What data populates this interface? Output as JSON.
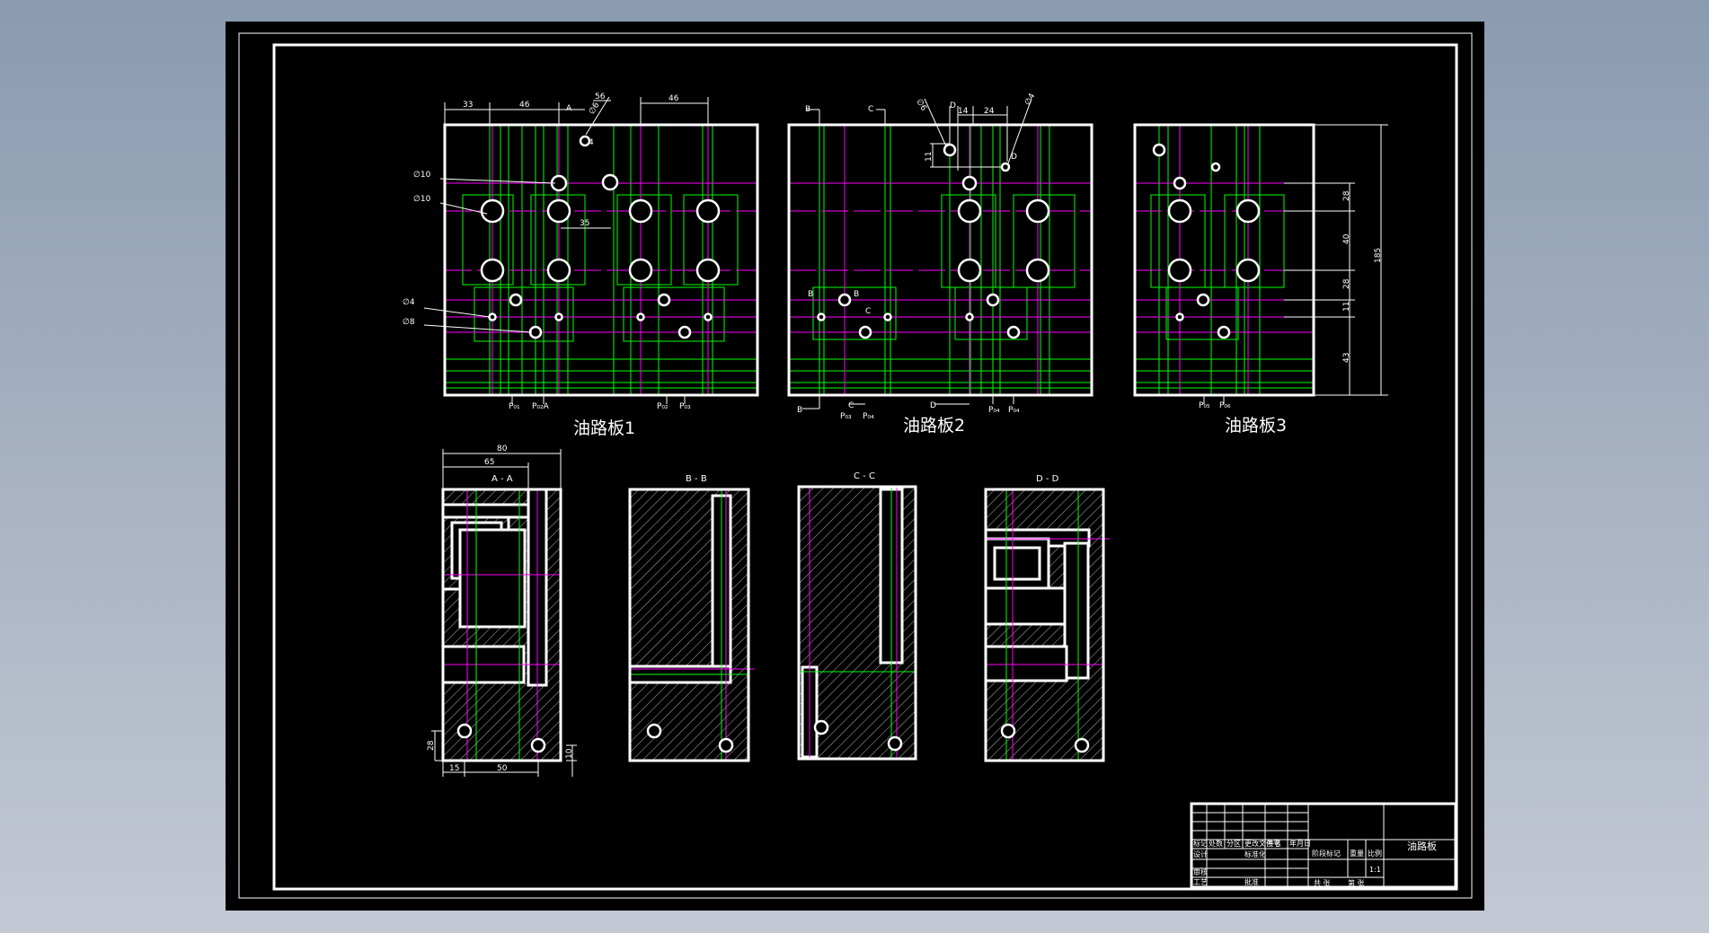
{
  "colors": {
    "background": "#000000",
    "outline": "#ffffff",
    "construction": "#00ff00",
    "centerline": "#ff00ff"
  },
  "views": {
    "plate1": {
      "title": "油路板1",
      "dims": {
        "d1": "33",
        "d2": "46",
        "d3": "56",
        "d4": "A",
        "d5": "46",
        "d6": "35"
      },
      "diameters": {
        "a": "∅10",
        "b": "∅10",
        "c": "∅4",
        "d": "∅8",
        "e": "∅6",
        "f": "4"
      },
      "ports": {
        "a": "P₀₁",
        "b": "P₀₂A",
        "c": "P₀₂",
        "d": "P₀₃"
      }
    },
    "plate2": {
      "title": "油路板2",
      "labels": {
        "b": "B",
        "c": "C",
        "b2": "B",
        "b3": "B",
        "c2": "C",
        "d": "D",
        "b4": "B",
        "c3": "C",
        "d2": "D",
        "d3": "D"
      },
      "dims": {
        "d1": "14",
        "d2": "24",
        "d3": "11"
      },
      "diameters": {
        "a": "∅6",
        "b": "∅4"
      },
      "ports": {
        "a": "P₀₃",
        "b": "P₀₄",
        "c": "P₀₄",
        "d": "P₀₄"
      }
    },
    "plate3": {
      "title": "油路板3",
      "dims": {
        "d1": "28",
        "d2": "40",
        "d3": "28",
        "d4": "11",
        "d5": "43",
        "total": "185"
      },
      "ports": {
        "a": "P₀₅",
        "b": "P₀₆"
      }
    },
    "sectionA": {
      "title": "A - A",
      "dims": {
        "w1": "80",
        "w2": "65",
        "h1": "28",
        "b1": "15",
        "b2": "50",
        "r1": "10"
      }
    },
    "sectionB": {
      "title": "B - B"
    },
    "sectionC": {
      "title": "C - C"
    },
    "sectionD": {
      "title": "D - D"
    }
  },
  "title_block": {
    "drawing_name": "油路板",
    "scale": "1:1",
    "headers": {
      "h1": "标记",
      "h2": "处数",
      "h3": "分区",
      "h4": "更改文件号",
      "h5": "签名",
      "h6": "年月日"
    },
    "rows": {
      "design": "设计",
      "standard": "标准化",
      "review": "审核",
      "process": "工艺",
      "approve": "批准"
    },
    "stages": {
      "s1": "阶段标记",
      "s2": "重量",
      "s3": "比例"
    },
    "sheet": {
      "total": "共 张",
      "this": "第 张"
    }
  }
}
